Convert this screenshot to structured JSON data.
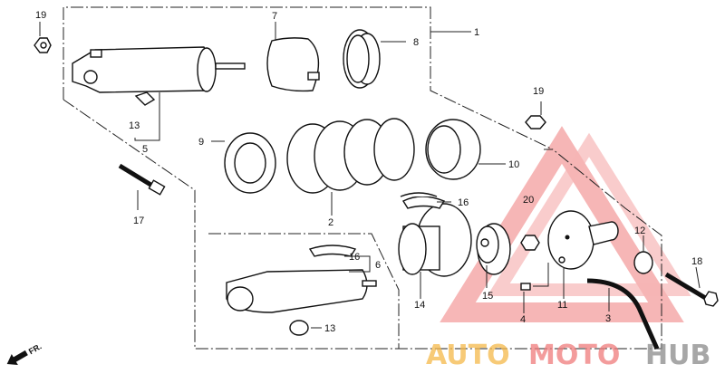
{
  "diagram": {
    "labels": {
      "l1": "1",
      "l2": "2",
      "l3": "3",
      "l4": "4",
      "l5": "5",
      "l6": "6",
      "l7": "7",
      "l8": "8",
      "l9": "9",
      "l10": "10",
      "l11": "11",
      "l12": "12",
      "l13a": "13",
      "l13b": "13",
      "l14": "14",
      "l15": "15",
      "l16a": "16",
      "l16b": "16",
      "l17": "17",
      "l18": "18",
      "l19a": "19",
      "l19b": "19",
      "l20": "20"
    },
    "direction_label": "FR."
  },
  "watermark": {
    "part1": "AUTO",
    "part2": "MOTO",
    "part3": "HUB",
    "color_auto": "#f5b94a",
    "color_moto": "#f07b7b",
    "color_hub": "#8a8a8a",
    "triangle_color": "#f08a8a"
  }
}
